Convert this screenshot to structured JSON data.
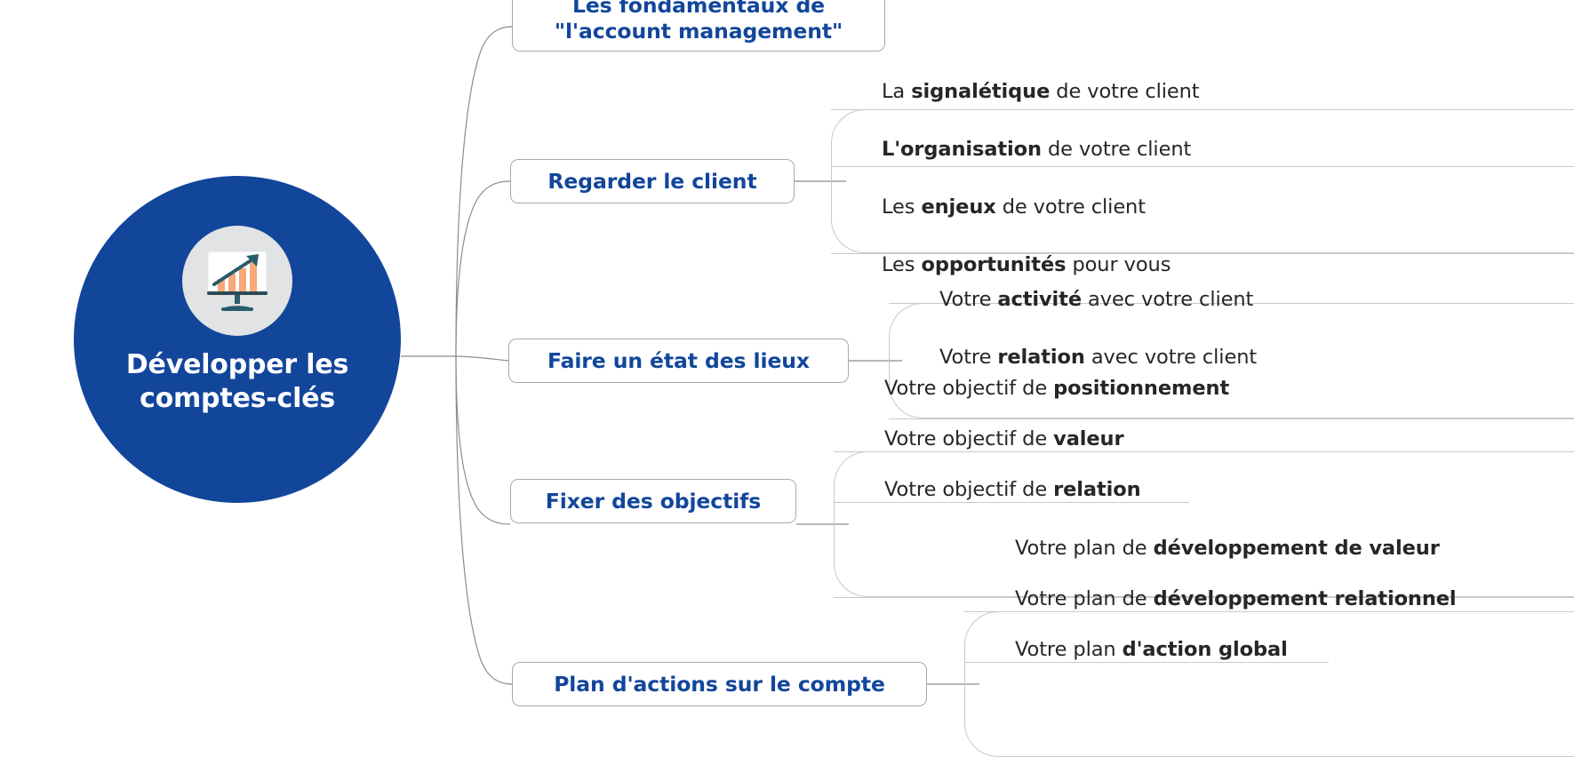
{
  "diagram": {
    "type": "mindmap",
    "title": "Développer les comptes-clés",
    "language": "fr",
    "colors": {
      "root_fill": "#12469B",
      "root_text": "#FFFFFF",
      "branch_text": "#12469B",
      "branch_border": "#A9A9A9",
      "leaf_text": "#262626",
      "connector": "#8C8C8C",
      "icon_bg": "#E2E3E4",
      "icon_accent": "#F9A877",
      "icon_dark": "#2A5C6B"
    }
  },
  "root": {
    "label": "Développer les\ncomptes-clés",
    "icon": "growth-chart-monitor-icon"
  },
  "branches": [
    {
      "id": "fondamentaux",
      "label": "Les fondamentaux de\n\"l'account management\"",
      "children": []
    },
    {
      "id": "regarder-client",
      "label": "Regarder le client",
      "children": [
        {
          "prefix": "La ",
          "strong": "signalétique",
          "suffix": " de votre client"
        },
        {
          "prefix": "",
          "strong": "L'organisation",
          "suffix": " de votre client"
        },
        {
          "prefix": "Les ",
          "strong": "enjeux",
          "suffix": " de votre client"
        },
        {
          "prefix": "Les ",
          "strong": "opportunités",
          "suffix": " pour vous"
        }
      ]
    },
    {
      "id": "etat-des-lieux",
      "label": "Faire un état des lieux",
      "children": [
        {
          "prefix": "Votre ",
          "strong": "activité",
          "suffix": " avec votre client"
        },
        {
          "prefix": "Votre ",
          "strong": "relation",
          "suffix": " avec votre client"
        }
      ]
    },
    {
      "id": "fixer-objectifs",
      "label": "Fixer des objectifs",
      "children": [
        {
          "prefix": "Votre objectif de ",
          "strong": "positionnement",
          "suffix": ""
        },
        {
          "prefix": "Votre objectif de ",
          "strong": "valeur",
          "suffix": ""
        },
        {
          "prefix": "Votre objectif de ",
          "strong": "relation",
          "suffix": ""
        }
      ]
    },
    {
      "id": "plan-actions",
      "label": "Plan d'actions sur le compte",
      "children": [
        {
          "prefix": "Votre plan de ",
          "strong": "développement de valeur",
          "suffix": ""
        },
        {
          "prefix": "Votre plan de ",
          "strong": "développement relationnel",
          "suffix": ""
        },
        {
          "prefix": "Votre plan ",
          "strong": "d'action global",
          "suffix": ""
        }
      ]
    }
  ]
}
